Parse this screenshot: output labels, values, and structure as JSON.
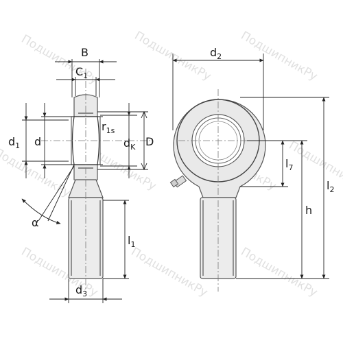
{
  "labels": {
    "B": "B",
    "C1_main": "C",
    "C1_sub": "1",
    "d1_main": "d",
    "d1_sub": "1",
    "d": "d",
    "r1s_main": "r",
    "r1s_sub": "1s",
    "dK_main": "d",
    "dK_sub": "K",
    "D": "D",
    "alpha": "α",
    "l1_main": "l",
    "l1_sub": "1",
    "d3_main": "d",
    "d3_sub": "3",
    "d2_main": "d",
    "d2_sub": "2",
    "l7_main": "l",
    "l7_sub": "7",
    "h": "h",
    "l2_main": "l",
    "l2_sub": "2"
  },
  "watermark": "ПодшипникРу",
  "colors": {
    "line": "#444444",
    "body_fill": "#e9e9e9",
    "watermark": "#c8c8c8"
  }
}
